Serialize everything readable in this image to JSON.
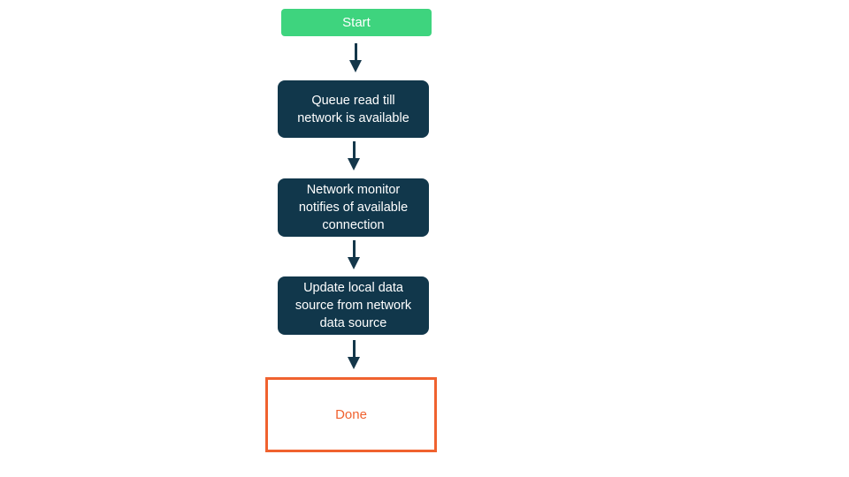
{
  "colors": {
    "background": "#FFFFFF",
    "start-fill": "#3ED47E",
    "start-text": "#FFFFFF",
    "process-fill": "#11374B",
    "process-text": "#FFFFFF",
    "done-border": "#F0622F",
    "done-text": "#F0622F",
    "arrow": "#14374A"
  },
  "flowchart": {
    "type": "flowchart",
    "direction": "top-down",
    "nodes": [
      {
        "id": "start",
        "role": "start",
        "label": "Start"
      },
      {
        "id": "queue-read",
        "role": "process",
        "label": "Queue read till\nnetwork is available"
      },
      {
        "id": "network-monitor",
        "role": "process",
        "label": "Network monitor\nnotifies of available\nconnection"
      },
      {
        "id": "update-local-data",
        "role": "process",
        "label": "Update local data\nsource from network\ndata source"
      },
      {
        "id": "done",
        "role": "end",
        "label": "Done"
      }
    ],
    "edges": [
      {
        "from": "start",
        "to": "queue-read"
      },
      {
        "from": "queue-read",
        "to": "network-monitor"
      },
      {
        "from": "network-monitor",
        "to": "update-local-data"
      },
      {
        "from": "update-local-data",
        "to": "done"
      }
    ]
  }
}
